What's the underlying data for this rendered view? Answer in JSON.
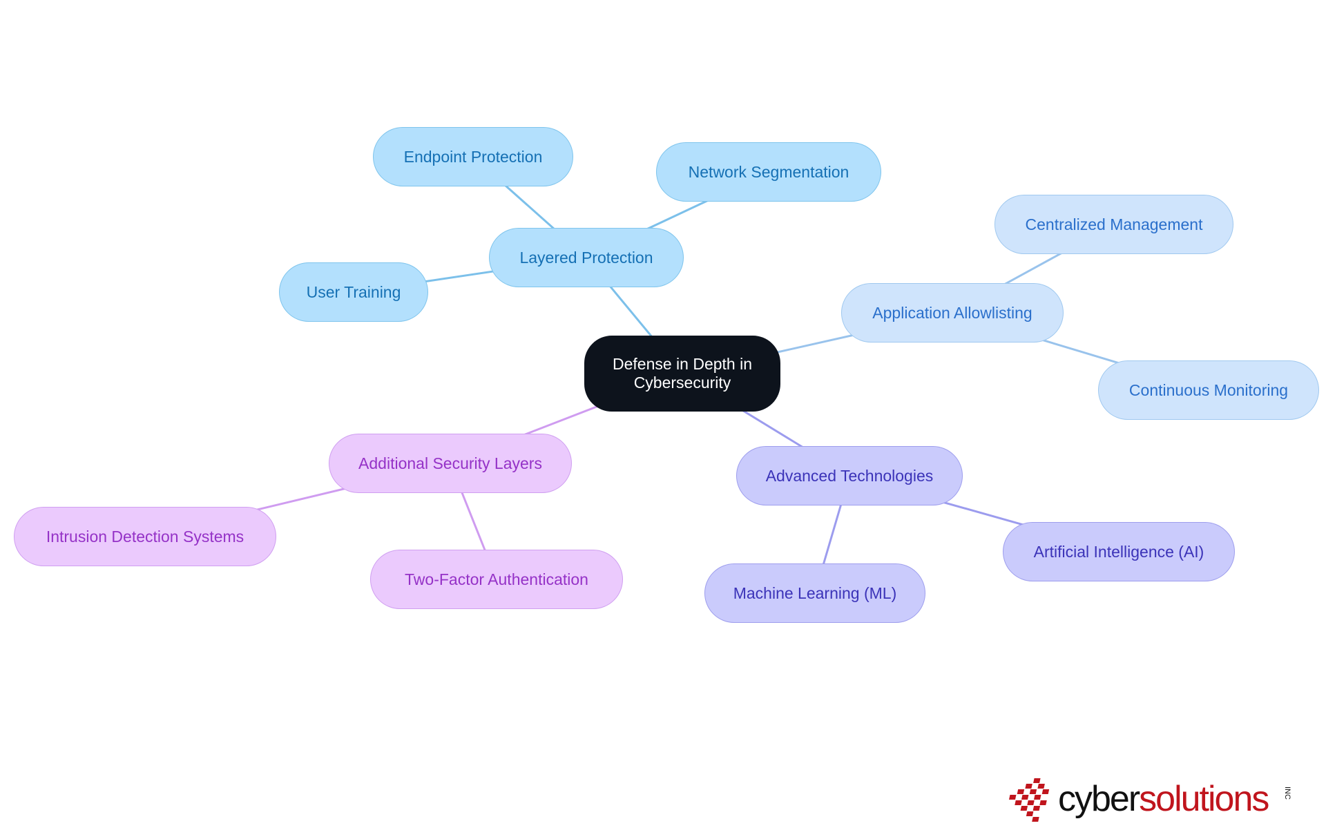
{
  "diagram": {
    "root": {
      "label": "Defense in Depth in Cybersecurity",
      "colors": {
        "fill": "#0d131c",
        "border": "#0d131c",
        "text": "#ffffff"
      }
    },
    "branches": [
      {
        "label": "Layered Protection",
        "colors": {
          "fill": "#b3e0fd",
          "border": "#7ec4ec",
          "text": "#1570b4",
          "line": "#7cc0ea"
        },
        "children": [
          {
            "label": "Endpoint Protection"
          },
          {
            "label": "Network Segmentation"
          },
          {
            "label": "User Training"
          }
        ]
      },
      {
        "label": "Application Allowlisting",
        "colors": {
          "fill": "#cfe4fc",
          "border": "#9fc8ef",
          "text": "#2a6fcb",
          "line": "#99c3ec"
        },
        "children": [
          {
            "label": "Centralized Management"
          },
          {
            "label": "Continuous Monitoring"
          }
        ]
      },
      {
        "label": "Advanced Technologies",
        "colors": {
          "fill": "#cacbfc",
          "border": "#9d9ded",
          "text": "#3b33b8",
          "line": "#9c9cee"
        },
        "children": [
          {
            "label": "Machine Learning (ML)"
          },
          {
            "label": "Artificial Intelligence (AI)"
          }
        ]
      },
      {
        "label": "Additional Security Layers",
        "colors": {
          "fill": "#ebcafd",
          "border": "#cf9ef0",
          "text": "#9532c7",
          "line": "#cf9cf0"
        },
        "children": [
          {
            "label": "Intrusion Detection Systems"
          },
          {
            "label": "Two-Factor Authentication"
          }
        ]
      }
    ]
  },
  "logo": {
    "word_part1": "cyber",
    "word_part2": "solutions",
    "suffix": "INC",
    "colors": {
      "mark": "#c0151d",
      "text_dark": "#111111",
      "text_red": "#c0151d"
    }
  }
}
